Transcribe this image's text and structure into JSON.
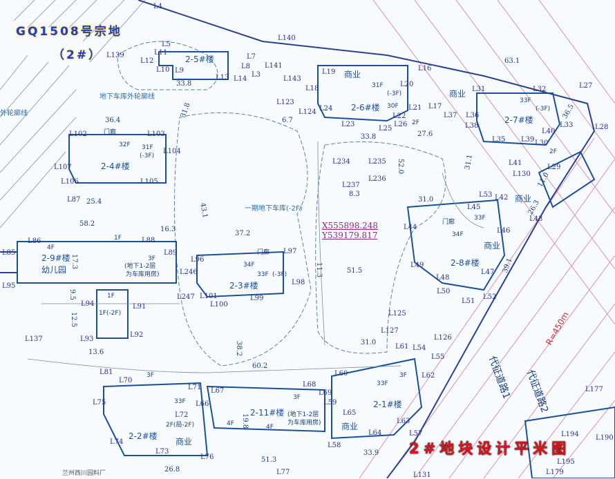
{
  "title": {
    "parcel": "GQ1508号宗地",
    "sub": "（2#）",
    "plan_title": "2#地块设计平米图"
  },
  "coordinates": {
    "x": "X555898.248",
    "y": "Y539179.817"
  },
  "notes": {
    "garage_outline": "地下车库外轮廓线",
    "garage_outline_left": "外轮廓线",
    "phase1_garage": "一期地下车库(-2F)",
    "garage_use_a": "(地下1-2层",
    "garage_use_b": "为车库用房)",
    "garage_use_c": "(地下1-2层",
    "garage_use_d": "为车库用房)",
    "radius": "R=450m",
    "footer": "兰州西川园料厂"
  },
  "roads": {
    "road1": "代征道路1",
    "road2": "代征道路2"
  },
  "buildings": [
    "2-5#楼",
    "2-6#楼",
    "2-7#楼",
    "2-4#楼",
    "2-3#楼",
    "2-8#楼",
    "2-9#楼",
    "幼儿园",
    "2-11#楼",
    "2-1#楼",
    "2-2#楼",
    "商业",
    "商业",
    "商业",
    "商业",
    "商业",
    "商业",
    "门廊",
    "门廊",
    "门廊"
  ],
  "floors": [
    "32F",
    "31F",
    "(-3F)",
    "30F",
    "31F",
    "(-3F)",
    "33F",
    "(-3F)",
    "33F",
    "(-3F)",
    "34F",
    "33F",
    "34F",
    "1F",
    "4F",
    "3F",
    "1F",
    "1F(-2F)",
    "4F",
    "3F",
    "2F(局-2F)",
    "33F",
    "3F",
    "4F",
    "33F",
    "2F",
    "3F",
    "2F"
  ],
  "dimensions": [
    "33.8",
    "31.8",
    "36.4",
    "25.4",
    "58.2",
    "43.1",
    "37.2",
    "16.3",
    "51.5",
    "31.0",
    "27.6",
    "63.1",
    "52.0",
    "8.3",
    "38.2",
    "60.2",
    "19.8",
    "51.3",
    "33.9",
    "26.8",
    "13.6",
    "12.5",
    "9.5",
    "17.3",
    "33.8",
    "36.5",
    "26.3",
    "11.0",
    "11.3",
    "31.1",
    "39.1",
    "31.0",
    "6.7"
  ],
  "lot_labels": [
    "L4",
    "L5",
    "L11",
    "L12",
    "L10",
    "L9",
    "L139",
    "L13",
    "L14",
    "L7",
    "L8",
    "L3",
    "L141",
    "L140",
    "L143",
    "L19",
    "L18",
    "L20",
    "L16",
    "L123",
    "L124",
    "L24",
    "L22",
    "L21",
    "L17",
    "L23",
    "L25",
    "L26",
    "L37",
    "L36",
    "L38",
    "L31",
    "L32",
    "L27",
    "L33",
    "L35",
    "L39",
    "L40",
    "L28",
    "L30",
    "L29",
    "L102",
    "L103",
    "L107",
    "L104",
    "L106",
    "L105",
    "L87",
    "L234",
    "L235",
    "L237",
    "L236",
    "L86",
    "L88",
    "L85",
    "L95",
    "L89",
    "L96",
    "L97",
    "L246",
    "L98",
    "L101",
    "L100",
    "L99",
    "L247",
    "L94",
    "L91",
    "L93",
    "L92",
    "L137",
    "L53",
    "L45",
    "L42",
    "L41",
    "L130",
    "L44",
    "L46",
    "L43",
    "L49",
    "L48",
    "L47",
    "L50",
    "L51",
    "L52",
    "L125",
    "L127",
    "L126",
    "L61",
    "L54",
    "L55",
    "L62",
    "L57",
    "L81",
    "L70",
    "L75",
    "L74",
    "L73",
    "L72",
    "L71",
    "L66",
    "L67",
    "L68",
    "L69",
    "L60",
    "L59",
    "L65",
    "L64",
    "L63",
    "L58",
    "L76",
    "L77",
    "L194",
    "L190",
    "L179",
    "L195",
    "L177",
    "L131"
  ],
  "colors": {
    "background": "#f7fbfd",
    "building_line": "#1a4f9a",
    "boundary": "#2a3f90",
    "hatch_left": "#9aa6b2",
    "hatch_right": "#d04070",
    "title_blue": "#1d3fc4",
    "plan_title_red": "#e8101a",
    "coordinate_purple": "#8b2a7a"
  }
}
